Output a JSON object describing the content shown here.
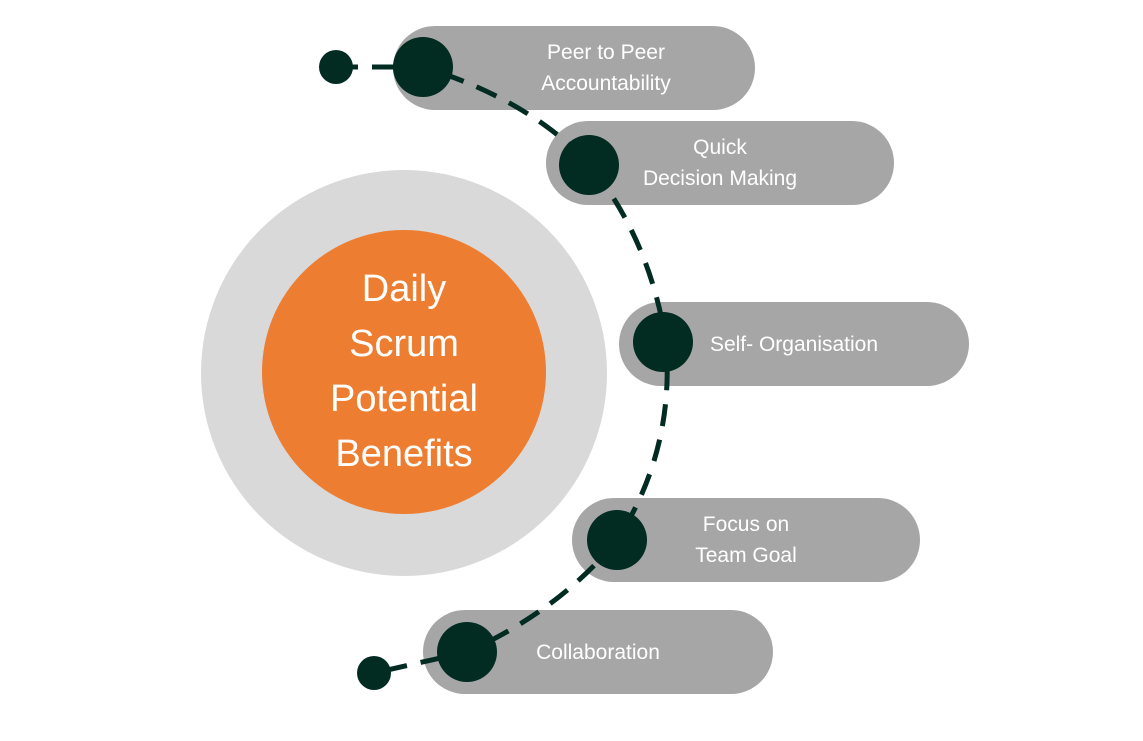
{
  "center": {
    "lines": [
      "Daily",
      "Scrum",
      "Potential",
      "Benefits"
    ]
  },
  "benefits": [
    {
      "lines": [
        "Peer to Peer",
        "Accountability"
      ]
    },
    {
      "lines": [
        "Quick",
        "Decision Making"
      ]
    },
    {
      "lines": [
        "Self- Organisation"
      ]
    },
    {
      "lines": [
        "Focus on",
        "Team Goal"
      ]
    },
    {
      "lines": [
        "Collaboration"
      ]
    }
  ],
  "colors": {
    "center_fill": "#ed7d31",
    "outer_ring": "#d9d9d9",
    "pill_fill": "#a6a6a6",
    "node_fill": "#022b22",
    "text": "#ffffff"
  }
}
